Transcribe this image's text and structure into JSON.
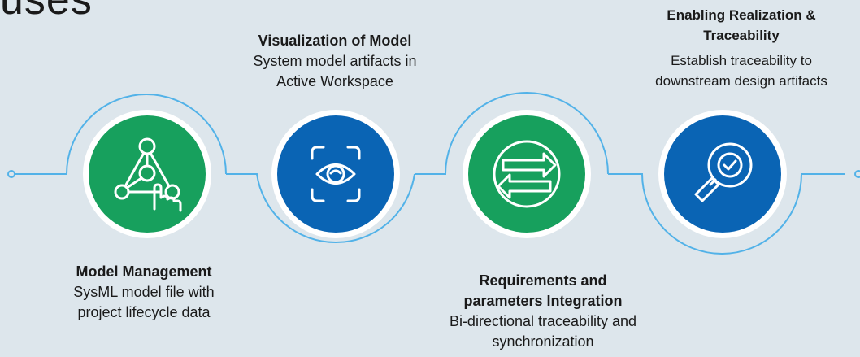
{
  "heading_fragment": "uses",
  "colors": {
    "background": "#dde6ec",
    "line": "#52b2e8",
    "green_circle": "#17a05d",
    "blue_circle": "#0a64b4",
    "icon_stroke": "#ffffff"
  },
  "steps": [
    {
      "title": "Model Management",
      "description_lines": [
        "SysML model file with",
        "project lifecycle data"
      ],
      "icon": "network-hand-icon",
      "color": "green"
    },
    {
      "title": "Visualization of Model",
      "description_lines": [
        "System model artifacts in",
        "Active Workspace"
      ],
      "icon": "eye-scan-icon",
      "color": "blue"
    },
    {
      "title_lines": [
        "Requirements and",
        "parameters Integration"
      ],
      "description_lines": [
        "Bi-directional traceability and",
        "synchronization"
      ],
      "icon": "sync-arrows-icon",
      "color": "green"
    },
    {
      "title_lines": [
        "Enabling Realization &",
        "Traceability"
      ],
      "description_lines": [
        "Establish traceability to",
        "downstream design artifacts"
      ],
      "icon": "magnifier-check-icon",
      "color": "blue"
    }
  ]
}
